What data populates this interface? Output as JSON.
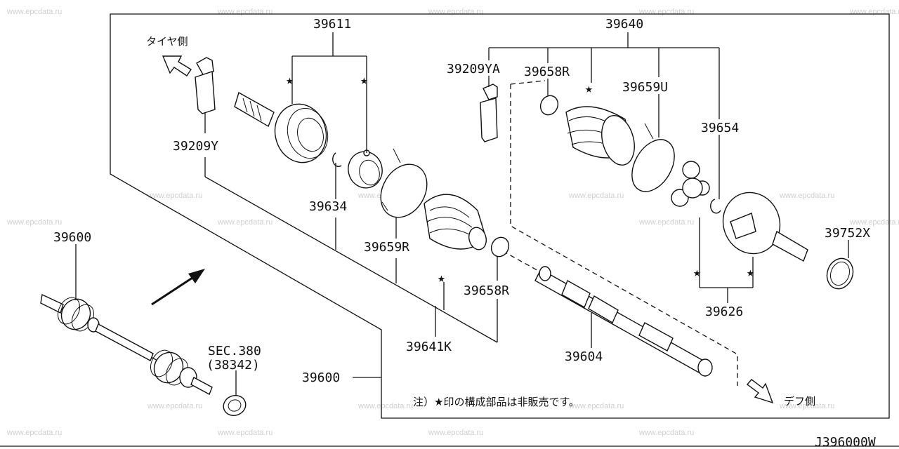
{
  "diagram": {
    "code": "J396000W",
    "note": "注）★印の構成部品は非販売です。",
    "direction_tire": "タイヤ側",
    "direction_diff": "デフ側",
    "watermark": "www.epcdata.ru",
    "parts": {
      "p39611": "39611",
      "p39640": "39640",
      "p39209YA": "39209YA",
      "p39658R_top": "39658R",
      "p39659U": "39659U",
      "p39654": "39654",
      "p39209Y": "39209Y",
      "p39634": "39634",
      "p39659R": "39659R",
      "p39658R_bottom": "39658R",
      "p39641K": "39641K",
      "p39604": "39604",
      "p39626": "39626",
      "p39752X": "39752X",
      "p39600_left": "39600",
      "p39600_bottom": "39600",
      "sec_ref": "SEC.380",
      "sec_part": "(38342)"
    }
  }
}
